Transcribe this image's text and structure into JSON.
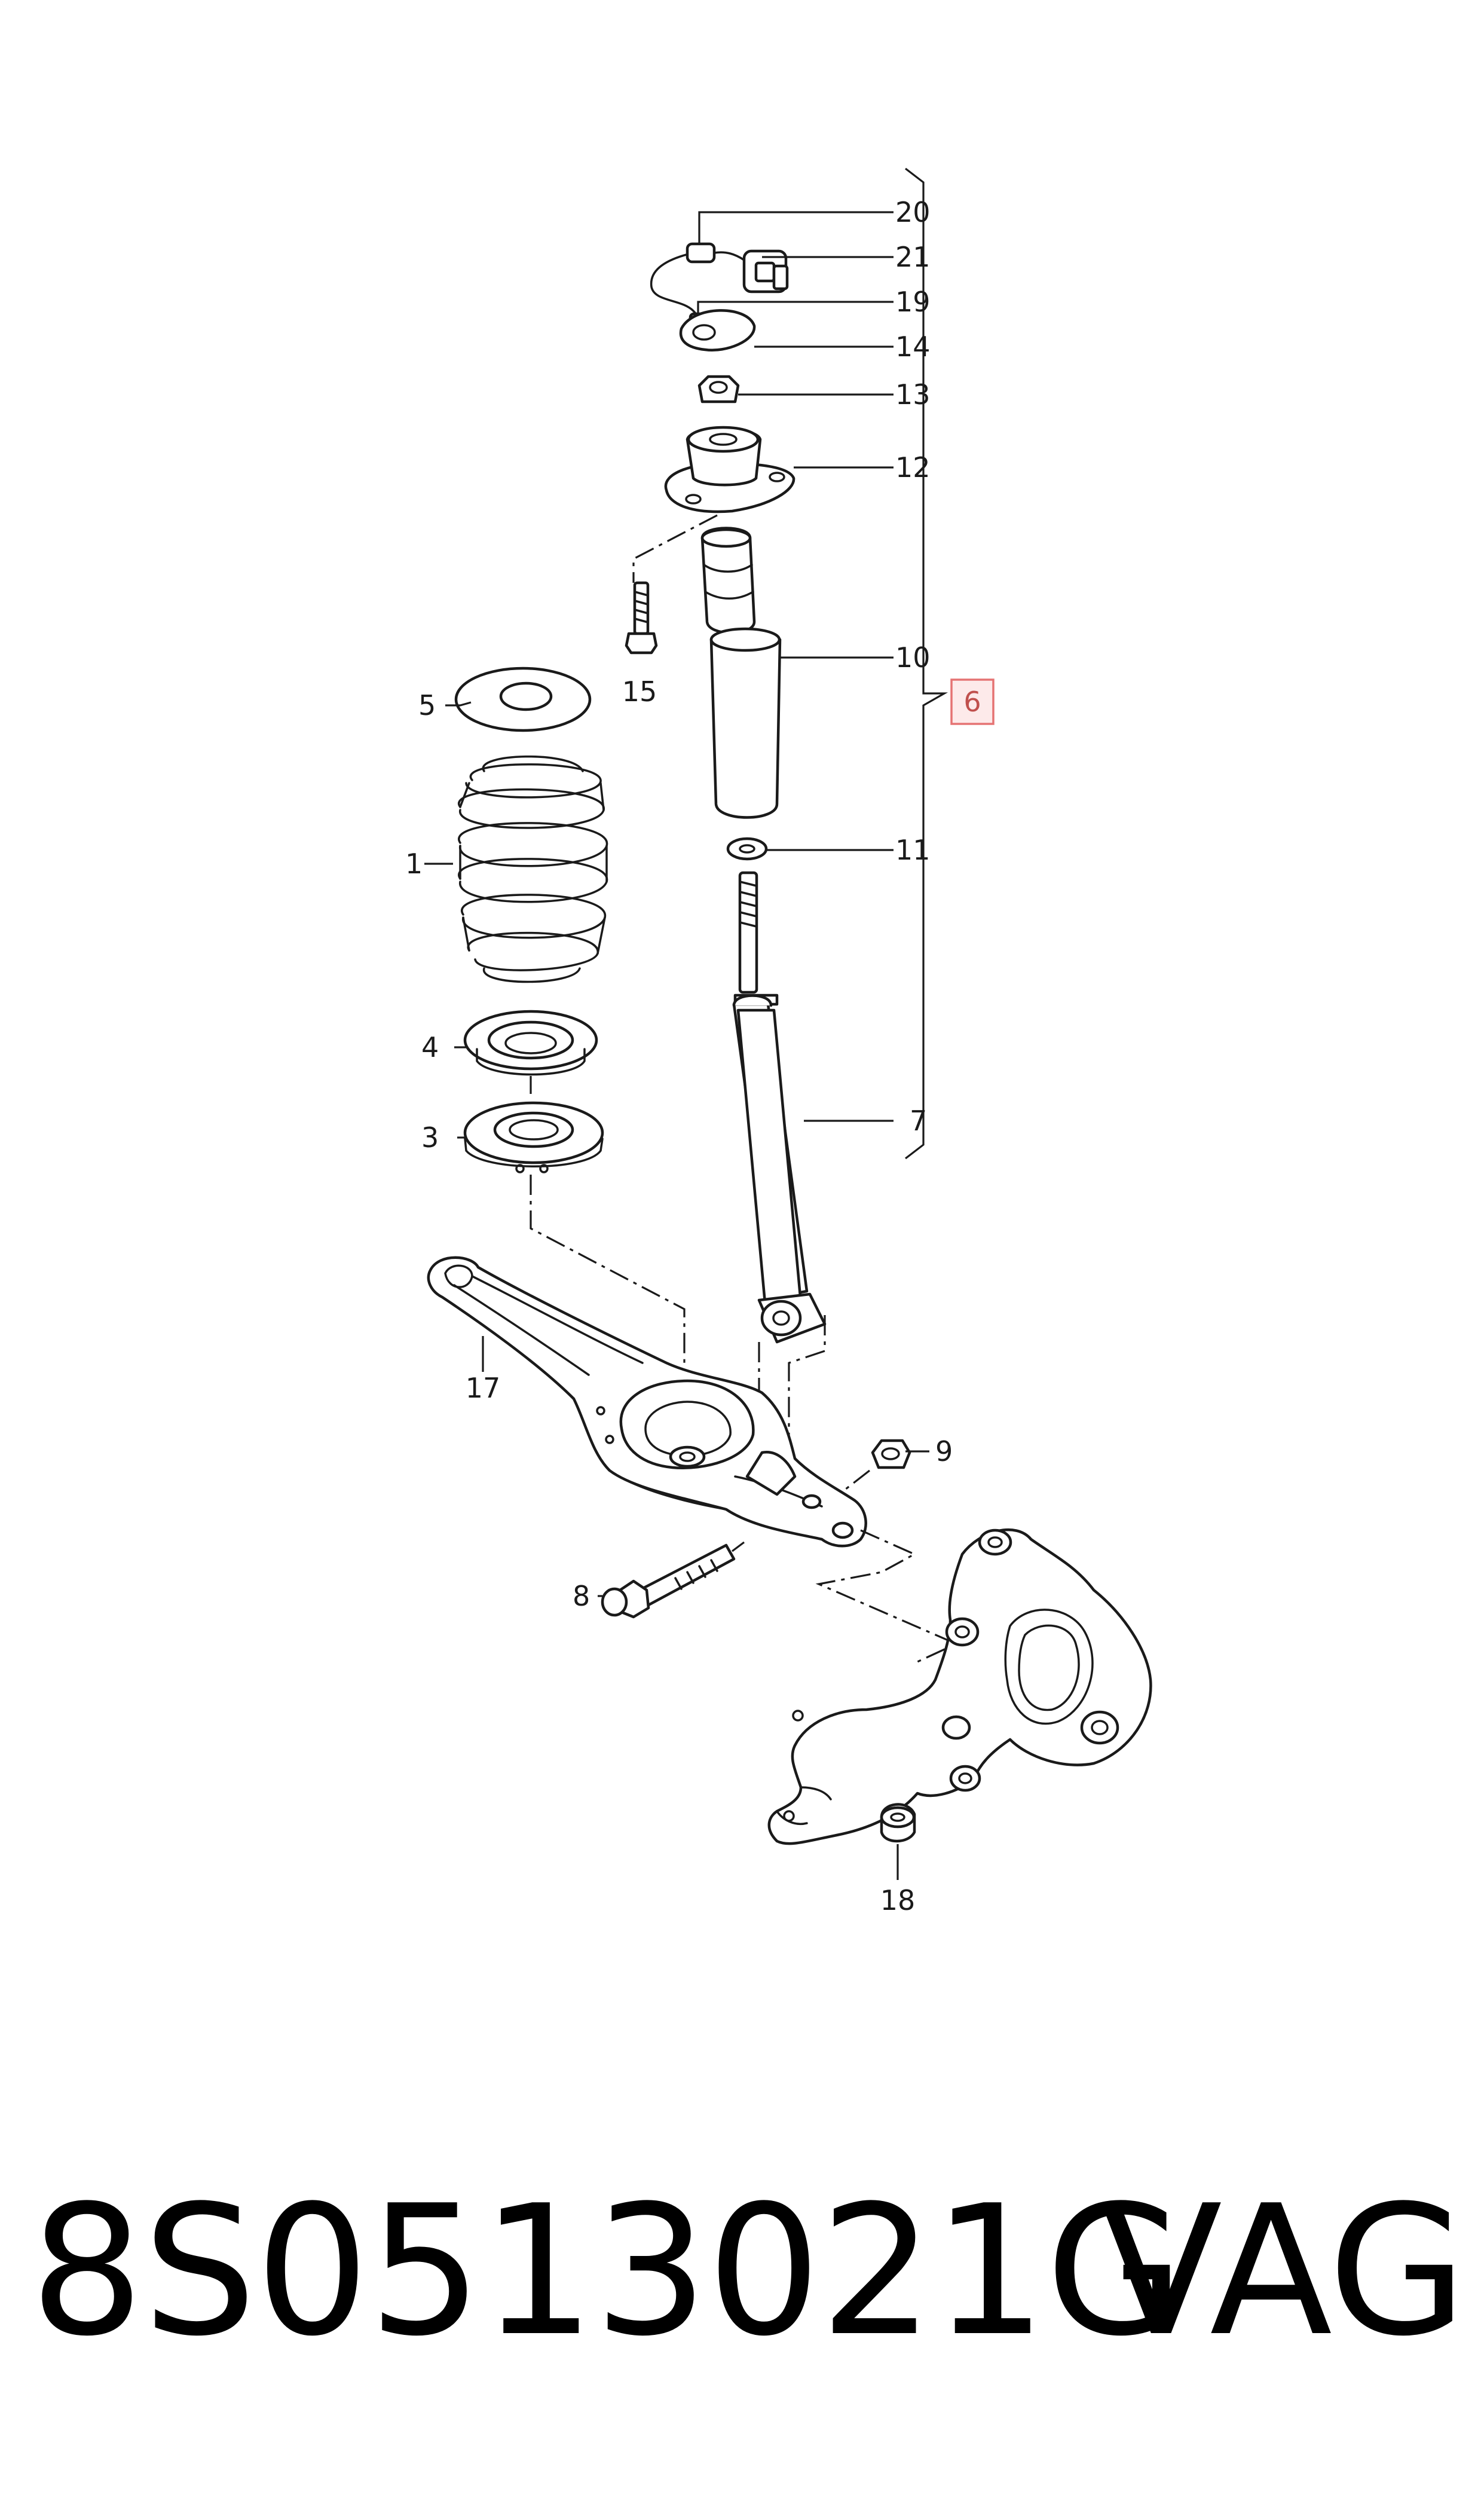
{
  "callouts": {
    "c1": "1",
    "c3": "3",
    "c4": "4",
    "c5": "5",
    "c6": "6",
    "c7": "7",
    "c8": "8",
    "c9": "9",
    "c10": "10",
    "c11": "11",
    "c12": "12",
    "c13": "13",
    "c14": "14",
    "c15": "15",
    "c17": "17",
    "c18": "18",
    "c19": "19",
    "c20": "20",
    "c21": "21"
  },
  "footer": {
    "part_number": "8S0513021G",
    "brand": "VAG"
  },
  "colors": {
    "line": "#1a1a1a",
    "highlight_box": "#e57373",
    "highlight_fill": "#fdeaea"
  }
}
